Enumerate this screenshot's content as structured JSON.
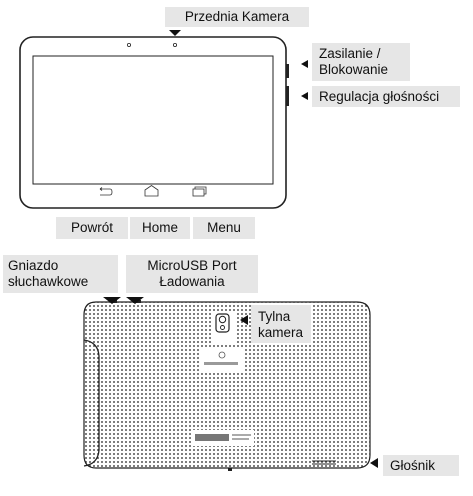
{
  "front_view": {
    "front_camera_label": "Przednia Kamera",
    "power_lock_label_line1": "Zasilanie /",
    "power_lock_label_line2": "Blokowanie",
    "volume_label": "Regulacja głośności",
    "back_button_label": "Powrót",
    "home_button_label": "Home",
    "menu_button_label": "Menu"
  },
  "rear_view": {
    "headphone_jack_label_line1": "Gniazdo",
    "headphone_jack_label_line2": "słuchawkowe",
    "microusb_label_line1": "MicroUSB Port",
    "microusb_label_line2": "Ładowania",
    "rear_camera_label_line1": "Tylna",
    "rear_camera_label_line2": "kamera",
    "speaker_label": "Głośnik"
  },
  "colors": {
    "label_background": "#e6e6e6",
    "outline": "#222222",
    "arrow": "#111111"
  }
}
